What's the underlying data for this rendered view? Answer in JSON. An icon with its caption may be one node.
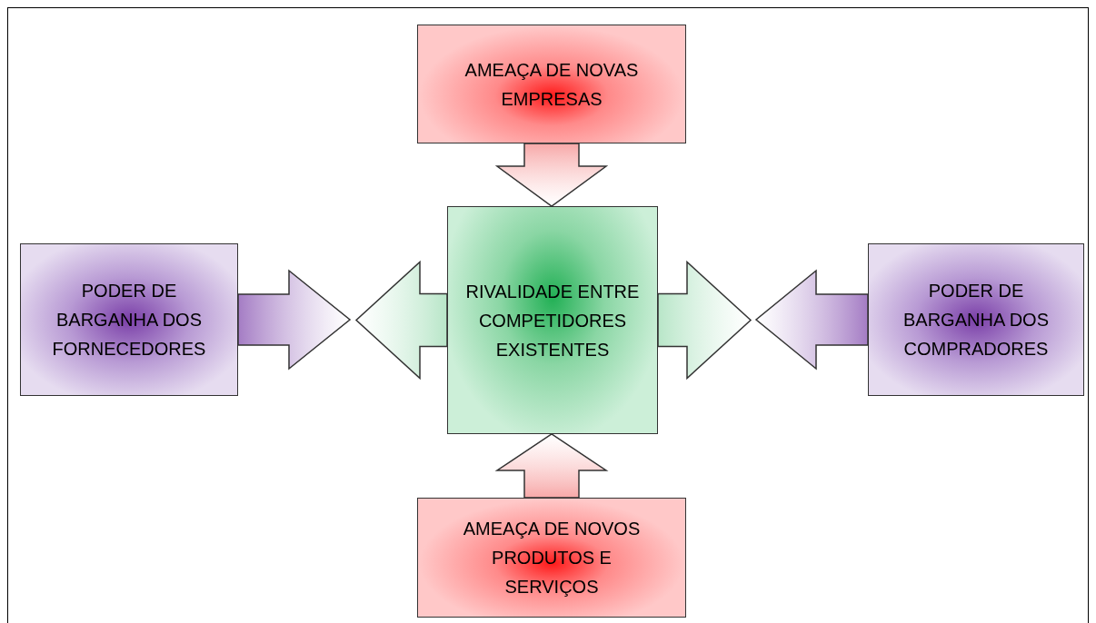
{
  "diagram": {
    "nodes": [
      {
        "text": [
          "AMEAÇA DE NOVAS EMPRESAS"
        ]
      },
      {
        "text": [
          "PODER DE BARGANHA DOS FORNECEDORES"
        ]
      },
      {
        "text": [
          "RIVALIDADE ENTRE COMPETIDORES EXISTENTES"
        ]
      },
      {
        "text": [
          "PODER DE BARGANHA DOS COMPRADORES"
        ]
      },
      {
        "text": [
          "AMEAÇA DE NOVOS PRODUTOS E SERVIÇOS"
        ]
      }
    ],
    "edges": [
      {
        "from": 0,
        "to": 2,
        "arrow": "to",
        "style": "thick",
        "color": "#f7a8a8"
      },
      {
        "from": 1,
        "to": null,
        "arrow": "to",
        "style": "thick",
        "color": "#a47cc4"
      },
      {
        "from": 2,
        "to": null,
        "arrow": "to",
        "style": "thick",
        "color": "#b8e6c8"
      },
      {
        "from": 2,
        "to": null,
        "arrow": "to",
        "style": "thick",
        "color": "#b8e6c8"
      },
      {
        "from": 3,
        "to": null,
        "arrow": "to",
        "style": "thick",
        "color": "#a47cc4"
      },
      {
        "from": 4,
        "to": 2,
        "arrow": "to",
        "style": "thick",
        "color": "#f7a8a8"
      }
    ]
  }
}
